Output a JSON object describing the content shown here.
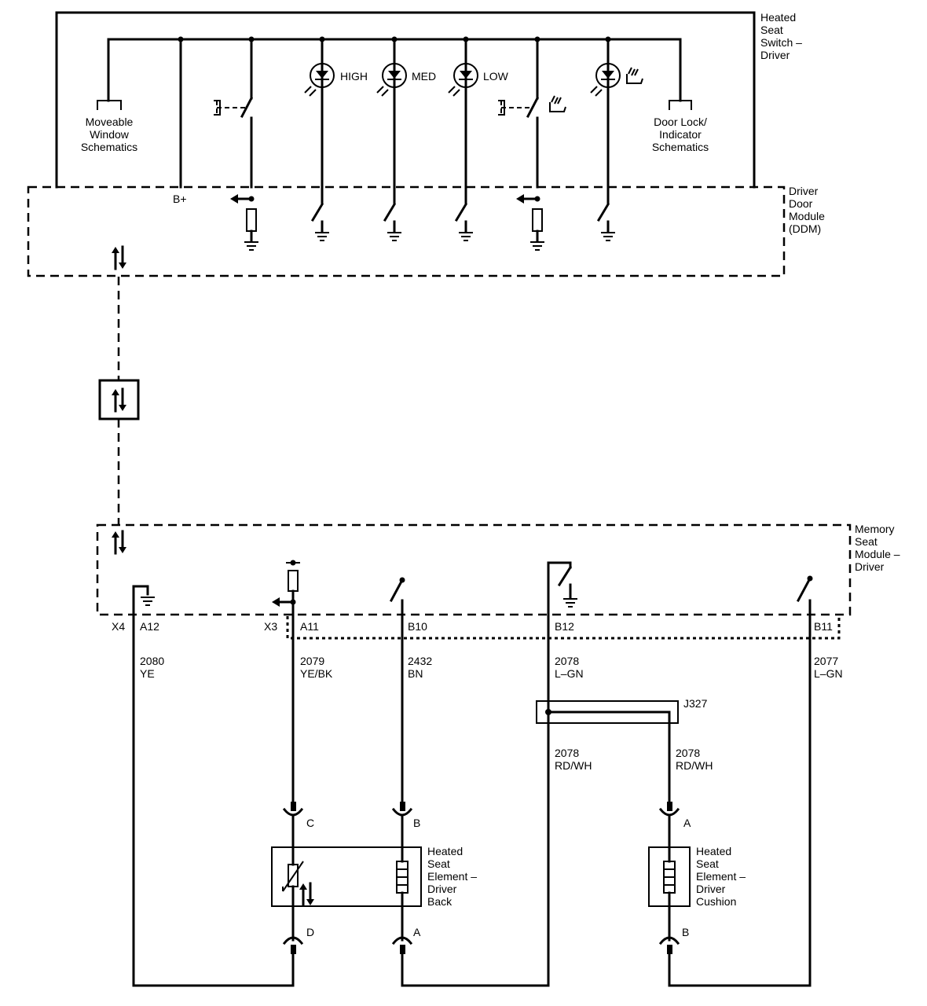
{
  "labels": {
    "switch_title": [
      "Heated",
      "Seat",
      "Switch –",
      "Driver"
    ],
    "ddm_title": [
      "Driver",
      "Door",
      "Module",
      "(DDM)"
    ],
    "msm_title": [
      "Memory",
      "Seat",
      "Module –",
      "Driver"
    ],
    "moveable_window": [
      "Moveable",
      "Window",
      "Schematics"
    ],
    "door_lock": [
      "Door Lock/",
      "Indicator",
      "Schematics"
    ],
    "b_plus": "B+",
    "led_high": "HIGH",
    "led_med": "MED",
    "led_low": "LOW"
  },
  "connectors": {
    "x4": "X4",
    "x3": "X3",
    "a12": "A12",
    "a11": "A11",
    "b10": "B10",
    "b12": "B12",
    "b11": "B11"
  },
  "wires": {
    "w2080": [
      "2080",
      "YE"
    ],
    "w2079": [
      "2079",
      "YE/BK"
    ],
    "w2432": [
      "2432",
      "BN"
    ],
    "w2078_top": [
      "2078",
      "L–GN"
    ],
    "w2077": [
      "2077",
      "L–GN"
    ],
    "w2078_left": [
      "2078",
      "RD/WH"
    ],
    "w2078_right": [
      "2078",
      "RD/WH"
    ]
  },
  "splice": "J327",
  "pins": {
    "c": "C",
    "b_back": "B",
    "d": "D",
    "a_back": "A",
    "a_cush": "A",
    "b_cush": "B"
  },
  "elements": {
    "back": [
      "Heated",
      "Seat",
      "Element –",
      "Driver",
      "Back"
    ],
    "cushion": [
      "Heated",
      "Seat",
      "Element –",
      "Driver",
      "Cushion"
    ]
  }
}
